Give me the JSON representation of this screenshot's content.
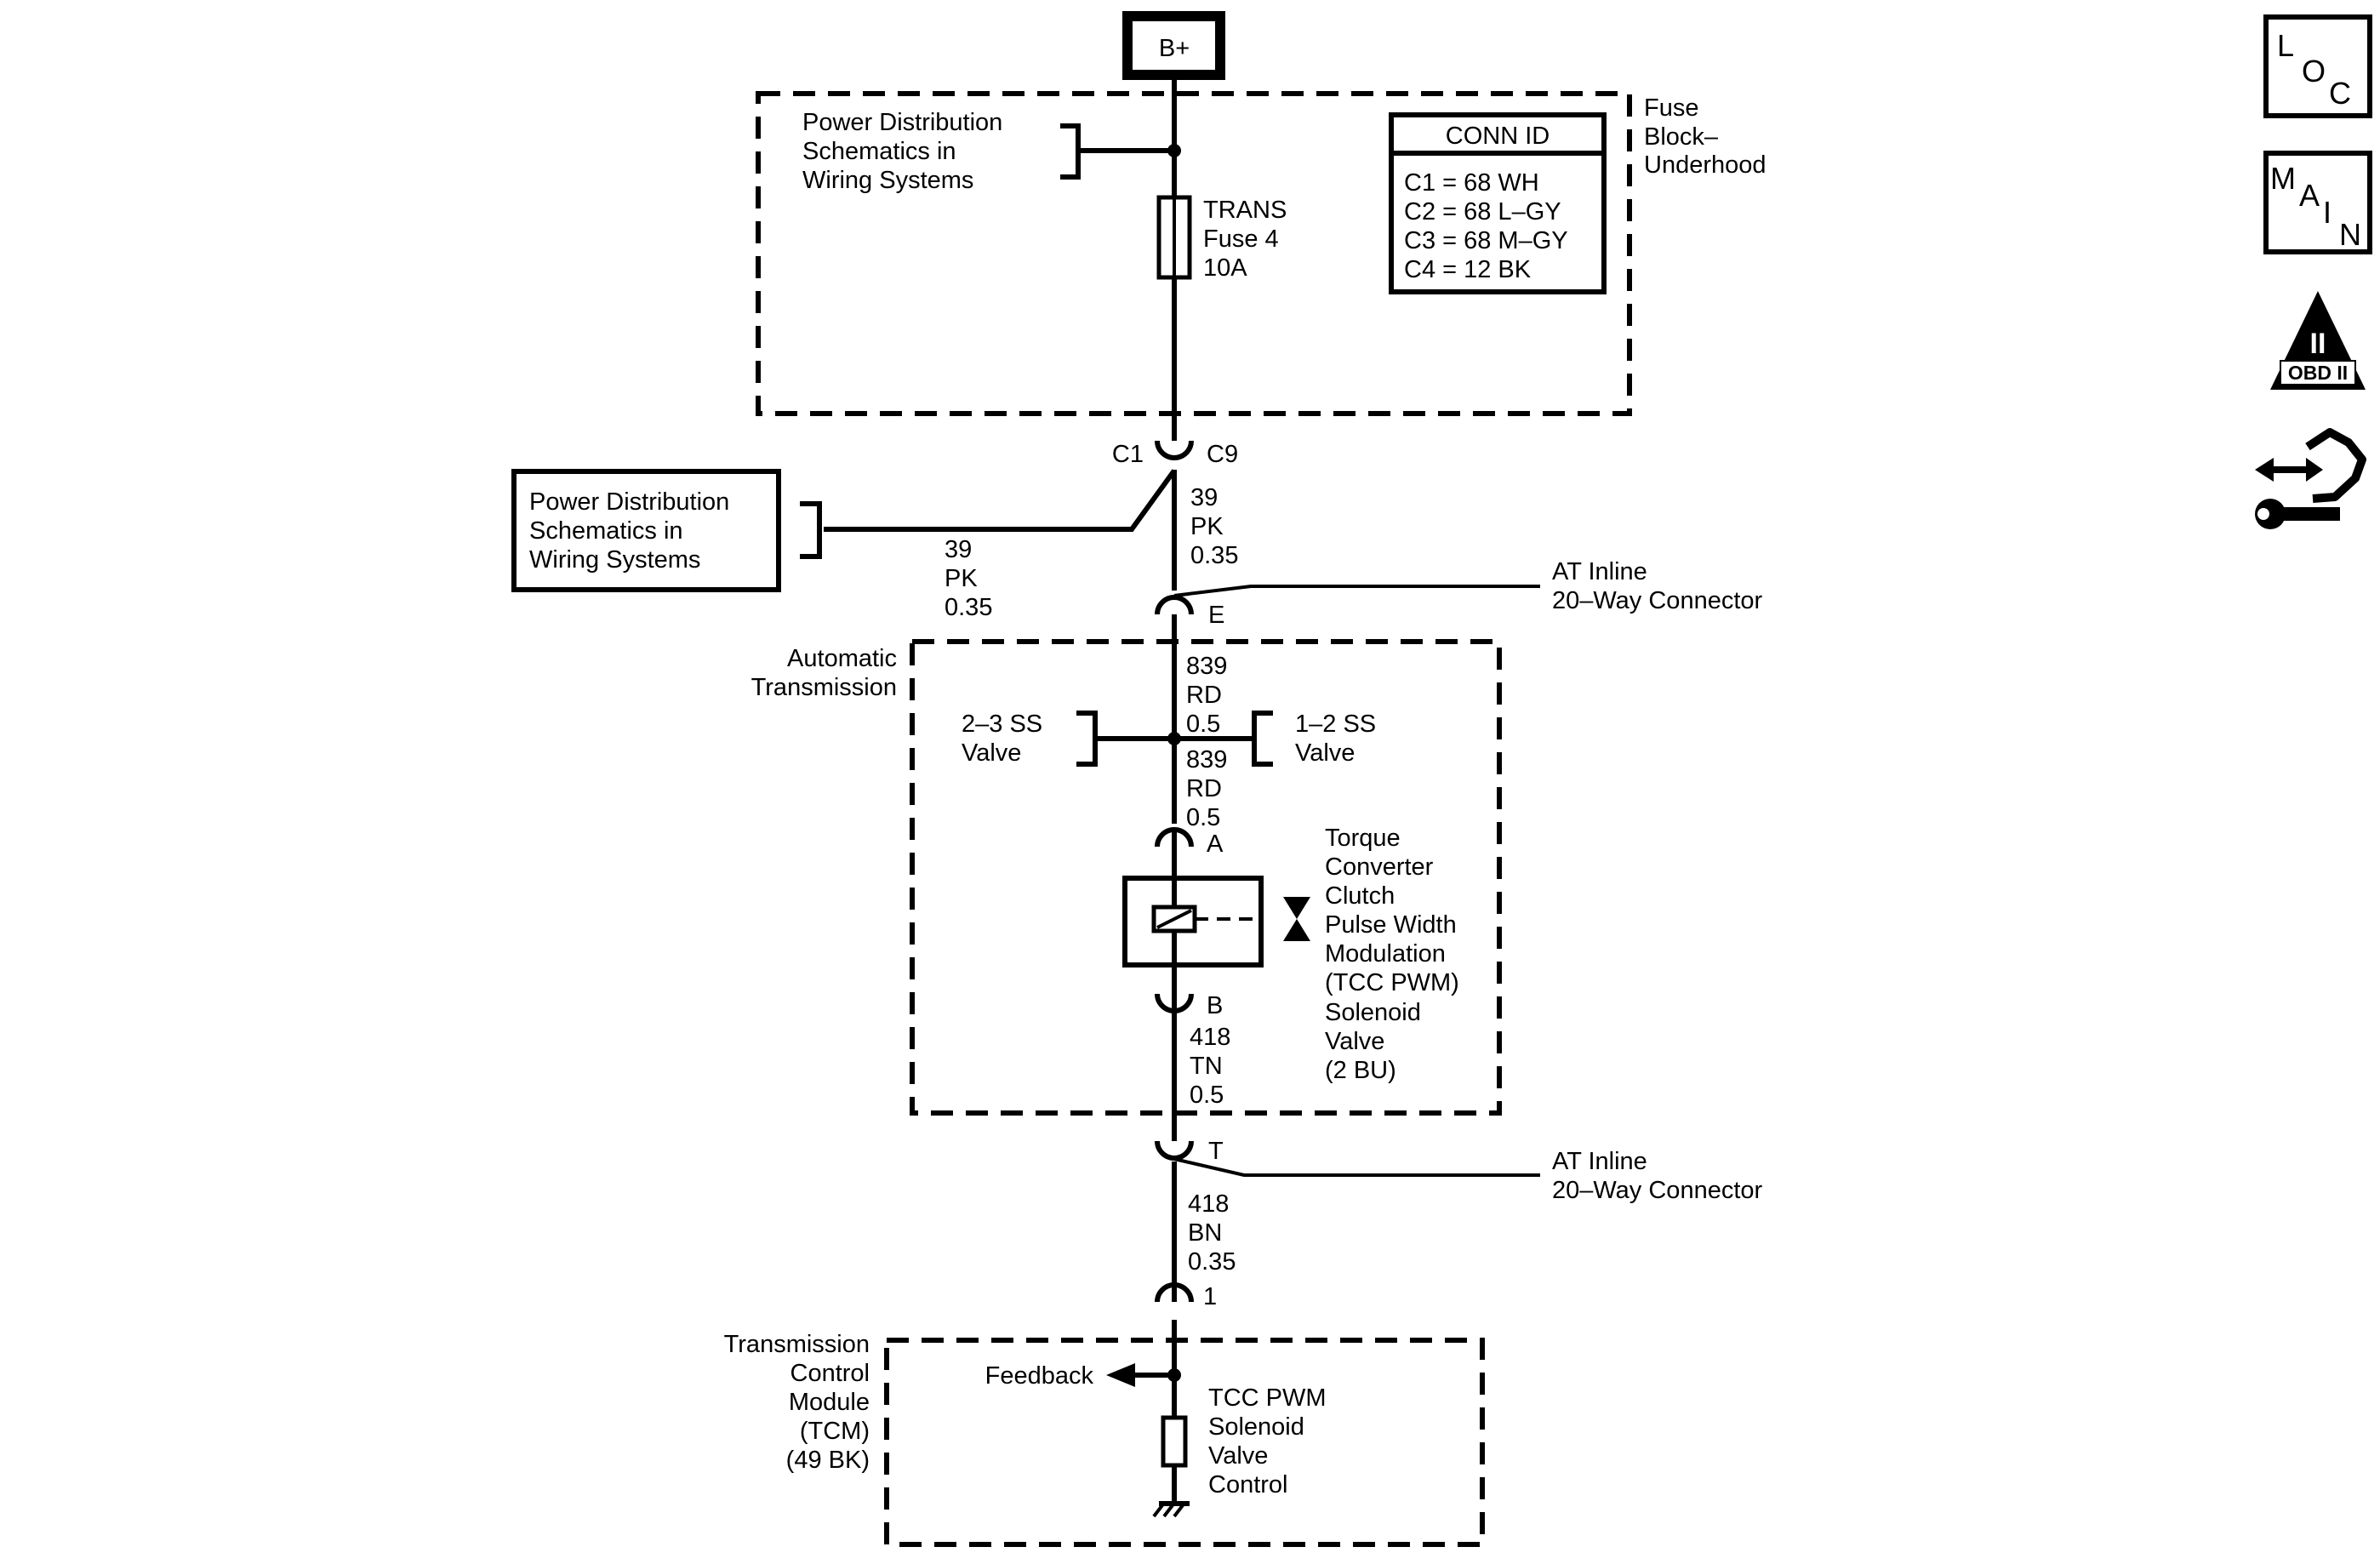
{
  "power_source": "B+",
  "fuse_block": {
    "name": [
      "Fuse",
      "Block–",
      "Underhood"
    ],
    "ref_note": [
      "Power Distribution",
      "Schematics in",
      "Wiring Systems"
    ],
    "fuse_label": [
      "TRANS",
      "Fuse 4",
      "10A"
    ],
    "conn_id": {
      "title": "CONN ID",
      "rows": [
        "C1 = 68 WH",
        "C2 = 68 L–GY",
        "C3 = 68 M–GY",
        "C4 = 12 BK"
      ]
    }
  },
  "splice_connector": {
    "left": "C1",
    "right": "C9"
  },
  "pd_box": [
    "Power Distribution",
    "Schematics in",
    "Wiring Systems"
  ],
  "wire_39_left": [
    "39",
    "PK",
    "0.35"
  ],
  "wire_39_right": [
    "39",
    "PK",
    "0.35"
  ],
  "inline_e": {
    "pin": "E",
    "label": [
      "AT Inline",
      "20–Way Connector"
    ]
  },
  "transmission": {
    "name": [
      "Automatic",
      "Transmission"
    ],
    "wire_839_top": [
      "839",
      "RD",
      "0.5"
    ],
    "wire_839_bottom": [
      "839",
      "RD",
      "0.5"
    ],
    "valve_23": [
      "2–3 SS",
      "Valve"
    ],
    "valve_12": [
      "1–2 SS",
      "Valve"
    ],
    "pin_a": "A",
    "pin_b": "B",
    "solenoid_label": [
      "Torque",
      "Converter",
      "Clutch",
      "Pulse Width",
      "Modulation",
      "(TCC PWM)",
      "Solenoid",
      "Valve",
      "(2 BU)"
    ],
    "wire_418_tn": [
      "418",
      "TN",
      "0.5"
    ]
  },
  "inline_t": {
    "pin": "T",
    "label": [
      "AT Inline",
      "20–Way Connector"
    ]
  },
  "wire_418_bn": [
    "418",
    "BN",
    "0.35"
  ],
  "tcm_pin": "1",
  "tcm": {
    "name": [
      "Transmission",
      "Control",
      "Module",
      "(TCM)",
      "(49 BK)"
    ],
    "feedback": "Feedback",
    "control_label": [
      "TCC PWM",
      "Solenoid",
      "Valve",
      "Control"
    ]
  },
  "side_icons": {
    "loc": [
      "L",
      "O",
      "C"
    ],
    "main": [
      "M",
      "A",
      "I",
      "N"
    ],
    "obd": {
      "numeral": "II",
      "caption": "OBD II"
    },
    "tools_icon": "tools-icon"
  }
}
